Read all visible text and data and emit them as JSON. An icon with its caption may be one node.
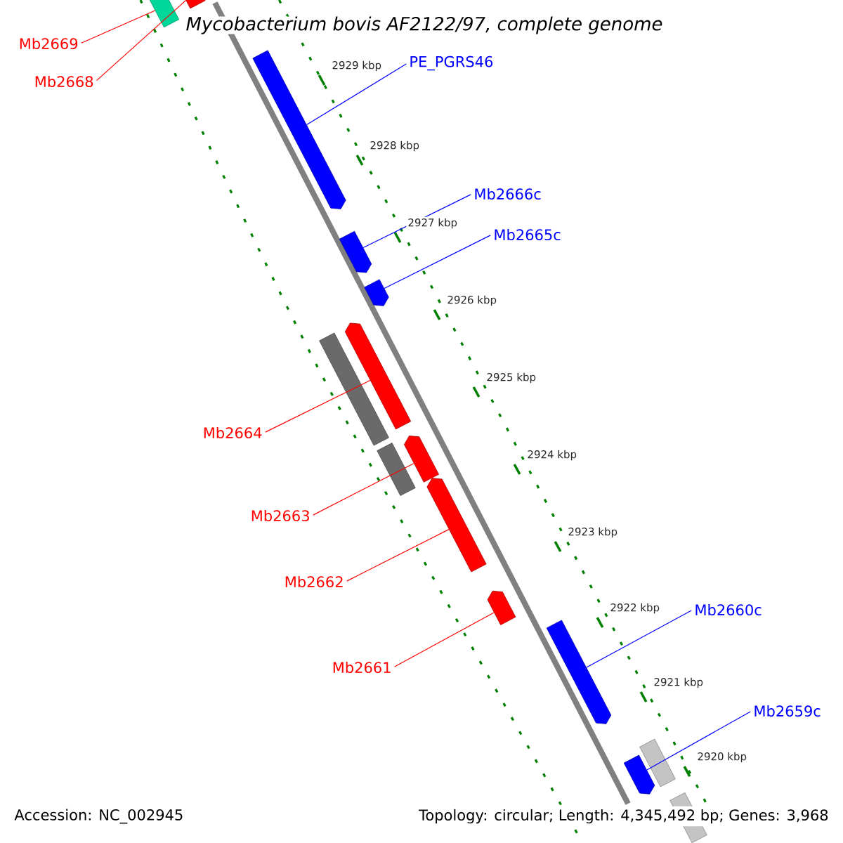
{
  "diagram": {
    "title": "Mycobacterium bovis AF2122/97, complete genome",
    "nodes": [
      {
        "text": [
          "Mb2669"
        ]
      },
      {
        "text": [
          "Mb2668"
        ]
      },
      {
        "text": [
          "PE_PGRS46"
        ]
      },
      {
        "text": [
          "Mb2666c"
        ]
      },
      {
        "text": [
          "Mb2665c"
        ]
      },
      {
        "text": [
          "Mb2664"
        ]
      },
      {
        "text": [
          "Mb2663"
        ]
      },
      {
        "text": [
          "Mb2662"
        ]
      },
      {
        "text": [
          "Mb2661"
        ]
      },
      {
        "text": [
          "Mb2660c"
        ]
      },
      {
        "text": [
          "Mb2659c"
        ]
      },
      {
        "text": [],
        "shape": "arrow"
      },
      {
        "text": [],
        "shape": "arrow"
      },
      {
        "text": [],
        "shape": "arrow"
      },
      {
        "text": [],
        "shape": "arrow"
      },
      {
        "text": [],
        "shape": "arrow"
      },
      {
        "text": [],
        "shape": "arrow"
      },
      {
        "text": [],
        "shape": "bar"
      },
      {
        "text": [],
        "shape": "arrow"
      },
      {
        "text": [],
        "shape": "bar"
      },
      {
        "text": [],
        "shape": "arrow"
      },
      {
        "text": [],
        "shape": "arrow"
      },
      {
        "text": [],
        "shape": "arrow"
      },
      {
        "text": [],
        "shape": "arrow"
      },
      {
        "text": [],
        "shape": "bar"
      },
      {
        "text": [],
        "shape": "bar"
      }
    ],
    "edges": [
      {
        "from": 0,
        "to": 11,
        "arrow": "none"
      },
      {
        "from": 1,
        "to": 12,
        "arrow": "none"
      },
      {
        "from": 2,
        "to": 13,
        "arrow": "none",
        "color": "#0000ff"
      },
      {
        "from": 3,
        "to": 14,
        "arrow": "none",
        "color": "#0000ff"
      },
      {
        "from": 4,
        "to": 15,
        "arrow": "none",
        "color": "#0000ff"
      },
      {
        "from": 5,
        "to": 16,
        "arrow": "none"
      },
      {
        "from": 6,
        "to": 18,
        "arrow": "none"
      },
      {
        "from": 7,
        "to": 20,
        "arrow": "none"
      },
      {
        "from": 8,
        "to": 21,
        "arrow": "none"
      },
      {
        "from": 9,
        "to": 22,
        "arrow": "none",
        "color": "#0000ff"
      },
      {
        "from": 10,
        "to": 23,
        "arrow": "none",
        "color": "#0000ff"
      }
    ],
    "labels": [
      "2929 kbp",
      "2928 kbp",
      "2927 kbp",
      "2926 kbp",
      "2925 kbp",
      "2924 kbp",
      "2923 kbp",
      "2922 kbp",
      "2921 kbp",
      "2920 kbp",
      "Accession: NC_002945",
      "Topology: circular; Length: 4,345,492 bp; Genes: 3,968"
    ]
  }
}
